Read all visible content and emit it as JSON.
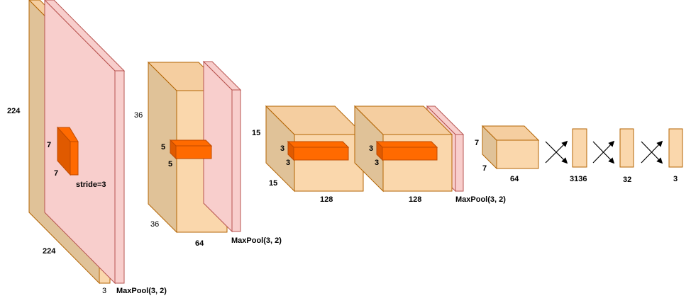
{
  "colors": {
    "block_front": "#fad7ac",
    "block_side": "#e0c298",
    "block_top": "#f5ceA0",
    "block_stroke": "#b46504",
    "pool_fill": "#f8cecc",
    "pool_stroke": "#b85450",
    "kernel_front": "#ff6a00",
    "kernel_side": "#e05a00",
    "kernel_stroke": "#c04a00",
    "arrow": "#000000"
  },
  "layers": {
    "input": {
      "height": "224",
      "width": "224",
      "channels": "3",
      "pool": "MaxPool(3, 2)"
    },
    "kernel1": {
      "h": "7",
      "w": "7",
      "stride": "stride=3"
    },
    "conv1": {
      "height": "36",
      "width": "36",
      "channels": "64",
      "pool": "MaxPool(3, 2)"
    },
    "kernel2": {
      "h": "5",
      "w": "5"
    },
    "conv2": {
      "height": "15",
      "width": "15",
      "channels": "128"
    },
    "kernel3": {
      "h": "3",
      "w": "3"
    },
    "conv3": {
      "channels": "128",
      "pool": "MaxPool(3, 2)"
    },
    "kernel4": {
      "h": "3",
      "w": "3"
    },
    "conv4": {
      "height": "7",
      "width": "7",
      "channels": "64"
    },
    "fc1": {
      "units": "3136"
    },
    "fc2": {
      "units": "32"
    },
    "fc3": {
      "units": "3"
    }
  }
}
